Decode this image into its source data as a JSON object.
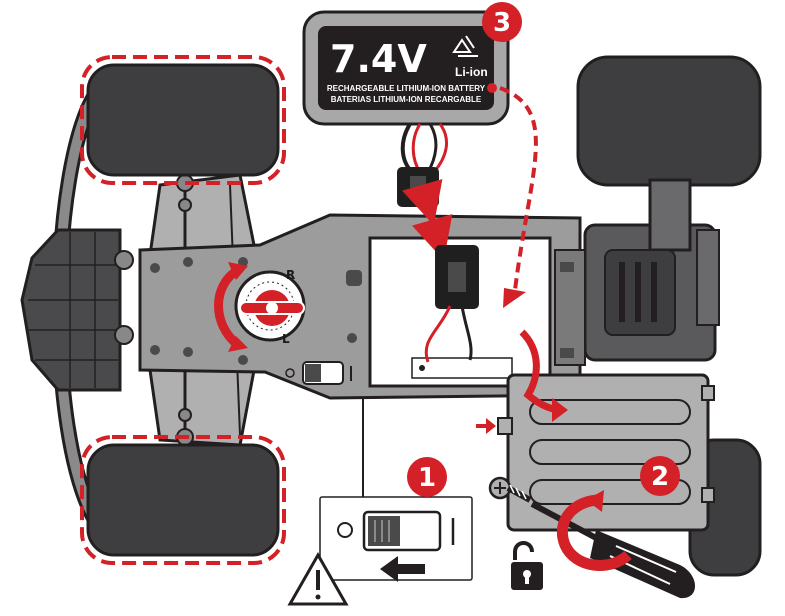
{
  "battery": {
    "voltage": "7.4V",
    "chemistry": "Li-ion",
    "line1": "RECHARGEABLE LITHIUM-ION BATTERY",
    "line2": "BATERIAS LITHIUM-ION RECARGABLE"
  },
  "steps": {
    "one": "1",
    "two": "2",
    "three": "3"
  },
  "dial": {
    "left_letter": "L",
    "right_letter": "R"
  },
  "colors": {
    "accent_red": "#d42027",
    "body_gray": "#9c9c9c",
    "dark": "#231f20",
    "tire": "#3e3e40"
  },
  "icons": [
    "recycle-icon",
    "warning-icon",
    "unlock-icon",
    "screwdriver-icon",
    "rotate-arrow-icon"
  ]
}
